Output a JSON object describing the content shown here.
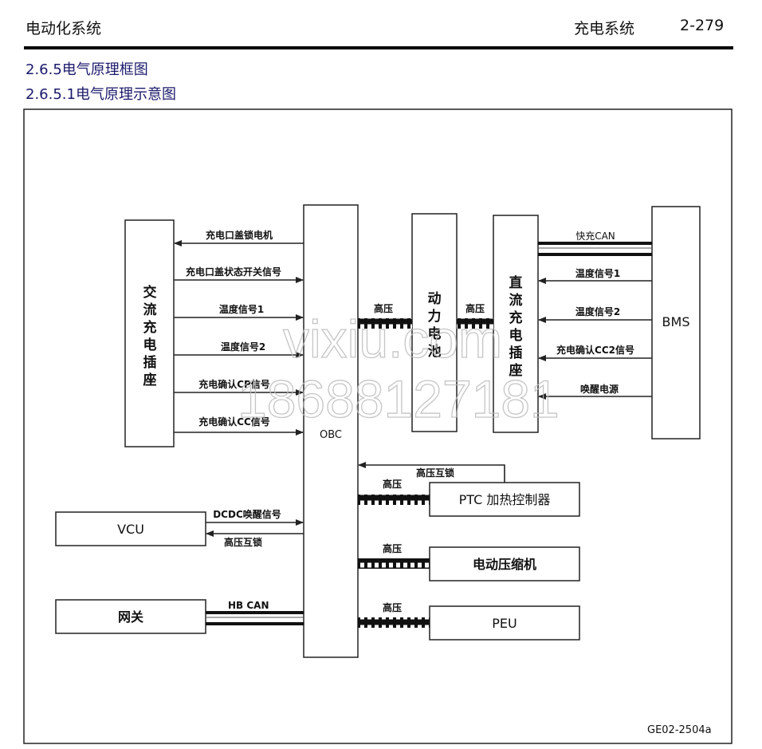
{
  "header": {
    "left": "电动化系统",
    "section": "充电系统",
    "page": "2-279"
  },
  "headings": {
    "h1": "2.6.5电气原理框图",
    "h2": "2.6.5.1电气原理示意图"
  },
  "diagram": {
    "ac_socket": [
      "交",
      "流",
      "充",
      "电",
      "插",
      "座"
    ],
    "obc": "OBC",
    "battery": [
      "动",
      "力",
      "电",
      "池"
    ],
    "dc_socket": [
      "直",
      "流",
      "充",
      "电",
      "插",
      "座"
    ],
    "bms": "BMS",
    "vcu": "VCU",
    "gateway": "网关",
    "ptc": "PTC 加热控制器",
    "compressor": "电动压缩机",
    "peu": "PEU",
    "ac_signals": [
      "充电口盖锁电机",
      "充电口盖状态开关信号",
      "温度信号1",
      "温度信号2",
      "充电确认CP信号",
      "充电确认CC信号"
    ],
    "bms_signals": {
      "can": "快充CAN",
      "temp1": "温度信号1",
      "temp2": "温度信号2",
      "cc2": "充电确认CC2信号",
      "wake": "唤醒电源"
    },
    "hv": "高压",
    "interlock": "高压互锁",
    "dcdc_wake": "DCDC唤醒信号",
    "hb_can": "HB  CAN",
    "figure_id": "GE02-2504a"
  },
  "watermark": {
    "site": "vixiu.com",
    "phone": "18688127181"
  }
}
